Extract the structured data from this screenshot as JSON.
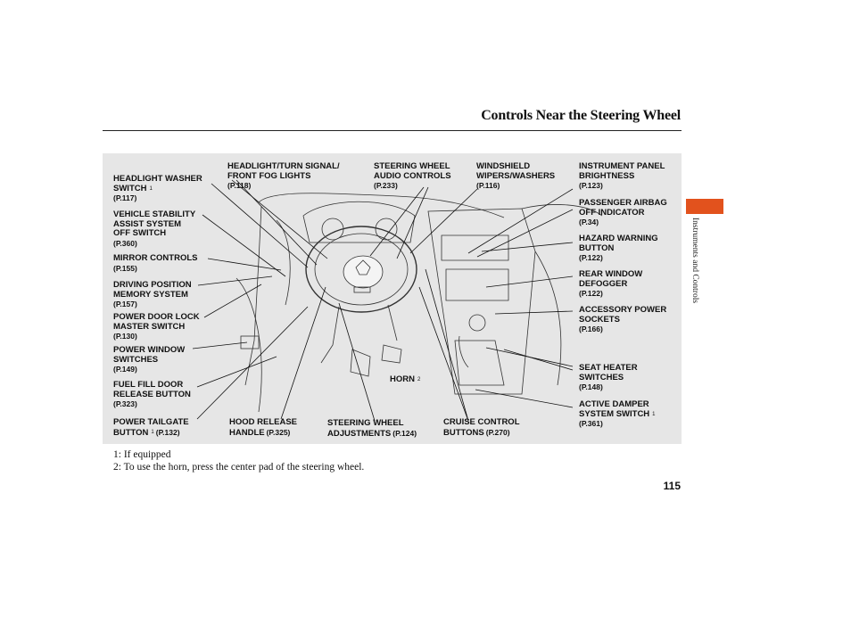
{
  "header": {
    "title": "Controls Near the Steering Wheel"
  },
  "side_tab": {
    "label": "Instruments and Controls",
    "accent_color": "#e2521d"
  },
  "labels": {
    "headlight_washer": {
      "name": "HEADLIGHT WASHER",
      "name2": "SWITCH",
      "sup": "1",
      "ref": "(P.117)"
    },
    "vsa": {
      "name": "VEHICLE STABILITY",
      "name2": "ASSIST SYSTEM",
      "name3": "OFF SWITCH",
      "ref": "(P.360)"
    },
    "mirror": {
      "name": "MIRROR CONTROLS",
      "ref": "(P.155)"
    },
    "driving_position": {
      "name": "DRIVING POSITION",
      "name2": "MEMORY SYSTEM",
      "ref": "(P.157)"
    },
    "door_lock": {
      "name": "POWER DOOR LOCK",
      "name2": "MASTER SWITCH",
      "ref": "(P.130)"
    },
    "window": {
      "name": "POWER WINDOW",
      "name2": "SWITCHES",
      "ref": "(P.149)"
    },
    "fuel_door": {
      "name": "FUEL FILL DOOR",
      "name2": "RELEASE BUTTON",
      "ref": "(P.323)"
    },
    "tailgate": {
      "name": "POWER TAILGATE",
      "name2": "BUTTON",
      "sup": "1",
      "ref": "(P.132)"
    },
    "headlight_turn": {
      "name": "HEADLIGHT/TURN SIGNAL/",
      "name2": "FRONT FOG LIGHTS",
      "ref": "(P.118)"
    },
    "audio": {
      "name": "STEERING WHEEL",
      "name2": "AUDIO CONTROLS",
      "ref": "(P.233)"
    },
    "wipers": {
      "name": "WINDSHIELD",
      "name2": "WIPERS/WASHERS",
      "ref": "(P.116)"
    },
    "brightness": {
      "name": "INSTRUMENT PANEL",
      "name2": "BRIGHTNESS",
      "ref": "(P.123)"
    },
    "airbag": {
      "name": "PASSENGER AIRBAG",
      "name2": "OFF INDICATOR",
      "ref": "(P.34)"
    },
    "hazard": {
      "name": "HAZARD WARNING",
      "name2": "BUTTON",
      "ref": "(P.122)"
    },
    "defogger": {
      "name": "REAR WINDOW",
      "name2": "DEFOGGER",
      "ref": "(P.122)"
    },
    "sockets": {
      "name": "ACCESSORY POWER",
      "name2": "SOCKETS",
      "ref": "(P.166)"
    },
    "seat_heater": {
      "name": "SEAT HEATER",
      "name2": "SWITCHES",
      "ref": "(P.148)"
    },
    "damper": {
      "name": "ACTIVE DAMPER",
      "name2": "SYSTEM SWITCH",
      "sup": "1",
      "ref": "(P.361)"
    },
    "horn": {
      "name": "HORN",
      "sup": "2"
    },
    "hood": {
      "name": "HOOD RELEASE",
      "name2": "HANDLE",
      "ref": "(P.325)"
    },
    "adjust": {
      "name": "STEERING WHEEL",
      "name2": "ADJUSTMENTS",
      "ref": "(P.124)"
    },
    "cruise": {
      "name": "CRUISE CONTROL",
      "name2": "BUTTONS",
      "ref": "(P.270)"
    }
  },
  "footnotes": [
    "1: If equipped",
    "2: To use the horn, press the center pad of the steering wheel."
  ],
  "page_number": "115"
}
